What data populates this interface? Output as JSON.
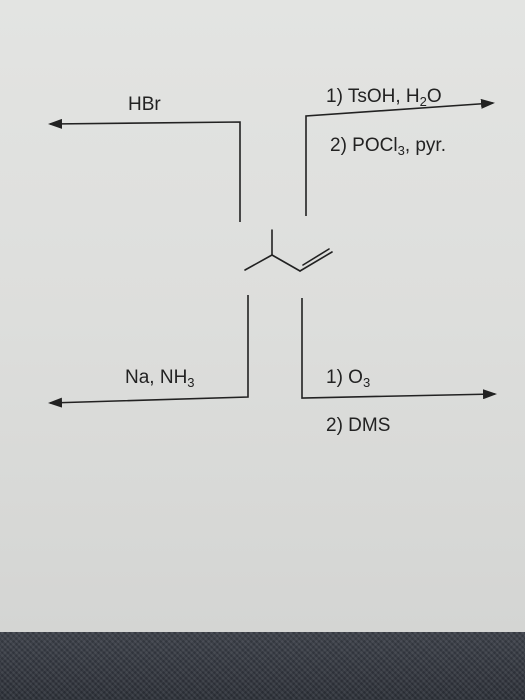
{
  "reactions": {
    "top_left": {
      "reagent": "HBr"
    },
    "top_right": {
      "step1_prefix": "1) TsOH, H",
      "step1_sub": "2",
      "step1_suffix": "O",
      "step2_prefix": "2) POCl",
      "step2_sub": "3",
      "step2_suffix": ", pyr."
    },
    "bottom_left": {
      "reagent_prefix": "Na, NH",
      "reagent_sub": "3"
    },
    "bottom_right": {
      "step1_prefix": "1) O",
      "step1_sub": "3",
      "step2": "2) DMS"
    }
  },
  "molecule": {
    "name_icon": "3-methyl-1-butene-skeletal-structure"
  },
  "colors": {
    "ink": "#222222",
    "paper": "#e0e1df",
    "fabric": "#31353d"
  }
}
